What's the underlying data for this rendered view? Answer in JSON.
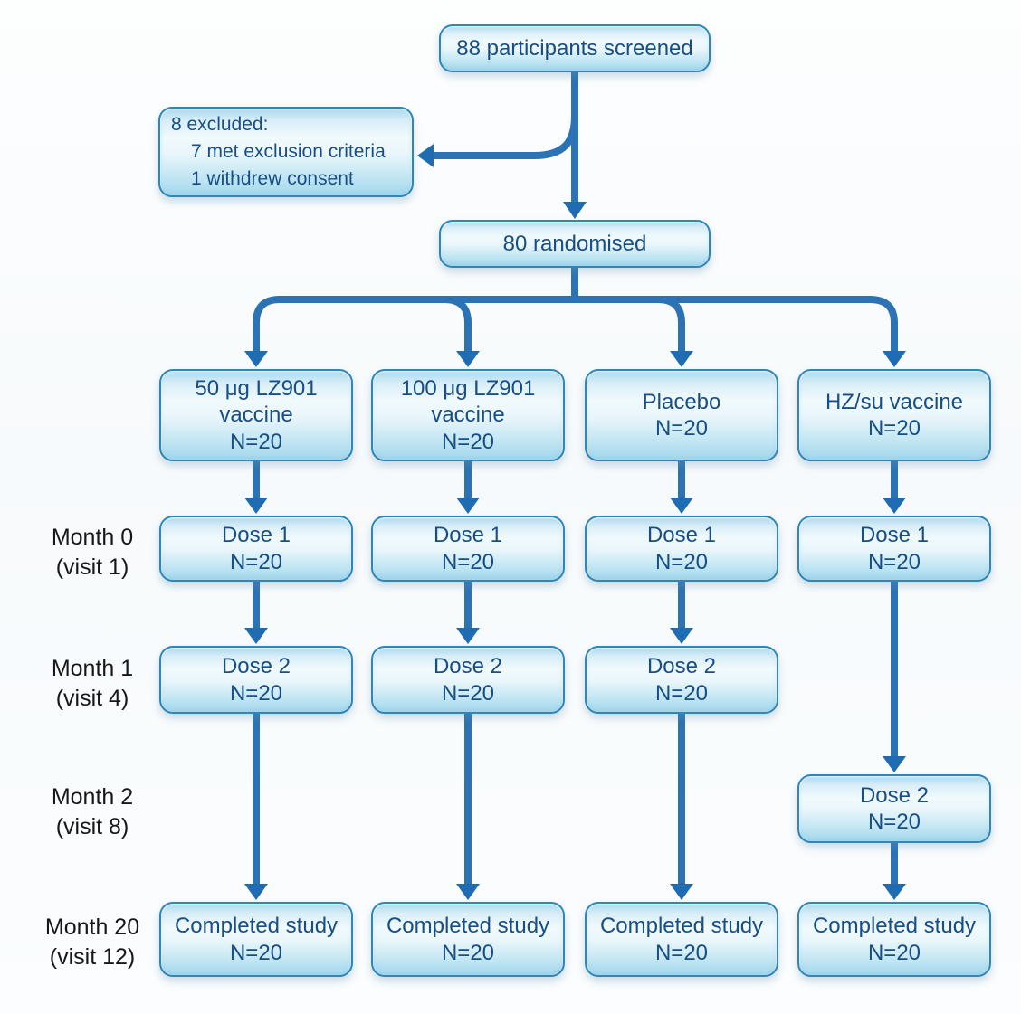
{
  "flow": {
    "screened": "88 participants screened",
    "excluded": {
      "title": "8 excluded:",
      "items": [
        "7 met exclusion criteria",
        "1 withdrew consent"
      ]
    },
    "randomised": "80 randomised",
    "arms": [
      {
        "name": "50 μg LZ901 vaccine",
        "n": "N=20"
      },
      {
        "name": "100 μg LZ901 vaccine",
        "n": "N=20"
      },
      {
        "name": "Placebo",
        "n": "N=20"
      },
      {
        "name": "HZ/su vaccine",
        "n": "N=20"
      }
    ],
    "cells": {
      "dose1": {
        "title": "Dose 1",
        "n": "N=20"
      },
      "dose2": {
        "title": "Dose 2",
        "n": "N=20"
      },
      "completed": {
        "title": "Completed study",
        "n": "N=20"
      }
    },
    "timeline": [
      {
        "month": "Month 0",
        "visit": "(visit 1)"
      },
      {
        "month": "Month 1",
        "visit": "(visit 4)"
      },
      {
        "month": "Month 2",
        "visit": "(visit 8)"
      },
      {
        "month": "Month 20",
        "visit": "(visit 12)"
      }
    ]
  },
  "colors": {
    "line": "#2b73b5",
    "arrow": "#1f6cb3",
    "box_border": "#2f86b8",
    "box_text": "#174e85",
    "label_text": "#171717"
  }
}
